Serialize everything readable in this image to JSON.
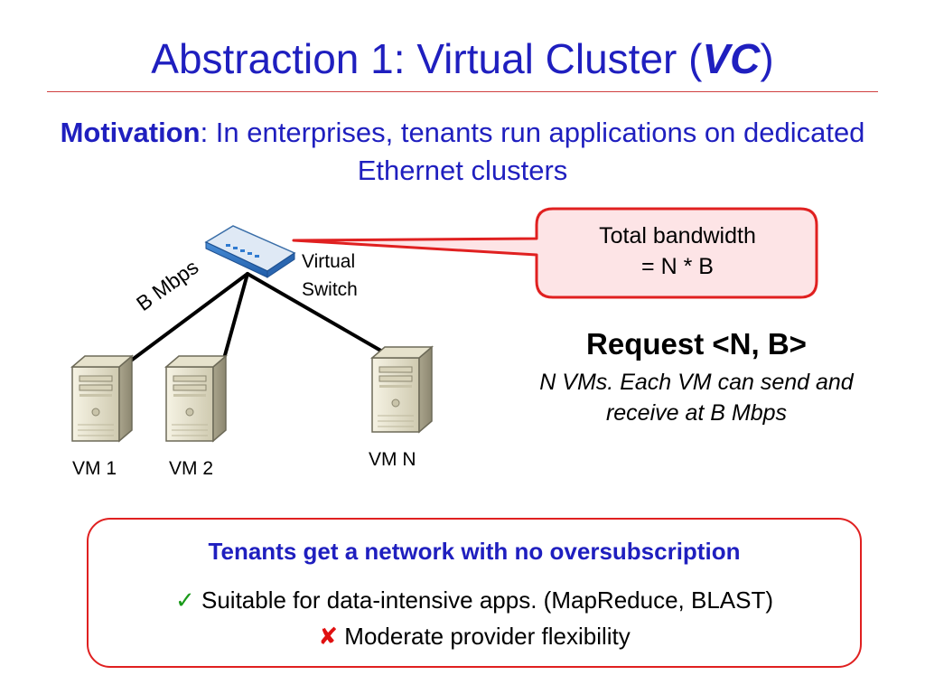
{
  "title": {
    "prefix": "Abstraction 1: Virtual Cluster (",
    "emph": "VC",
    "suffix": ")"
  },
  "motivation": {
    "label": "Motivation",
    "text": ": In enterprises, tenants run applications on dedicated Ethernet clusters"
  },
  "diagram": {
    "switch_label_line1": "Virtual",
    "switch_label_line2": "Switch",
    "link_label": "B Mbps",
    "vms": [
      "VM 1",
      "VM 2",
      "VM N"
    ],
    "callout_line1": "Total bandwidth",
    "callout_line2": "= N * B"
  },
  "request": {
    "title": "Request <N, B>",
    "subtitle": "N VMs. Each VM can send and receive at B Mbps"
  },
  "summary": {
    "title": "Tenants get a network with no oversubscription",
    "pro_icon": "check-icon",
    "pro": "Suitable for data-intensive apps. (MapReduce, BLAST)",
    "con_icon": "cross-icon",
    "con": "Moderate provider flexibility"
  },
  "colors": {
    "title": "#1f1fbf",
    "accent_red": "#e02020",
    "callout_fill": "#fde4e6",
    "check": "#1a9a1a"
  }
}
